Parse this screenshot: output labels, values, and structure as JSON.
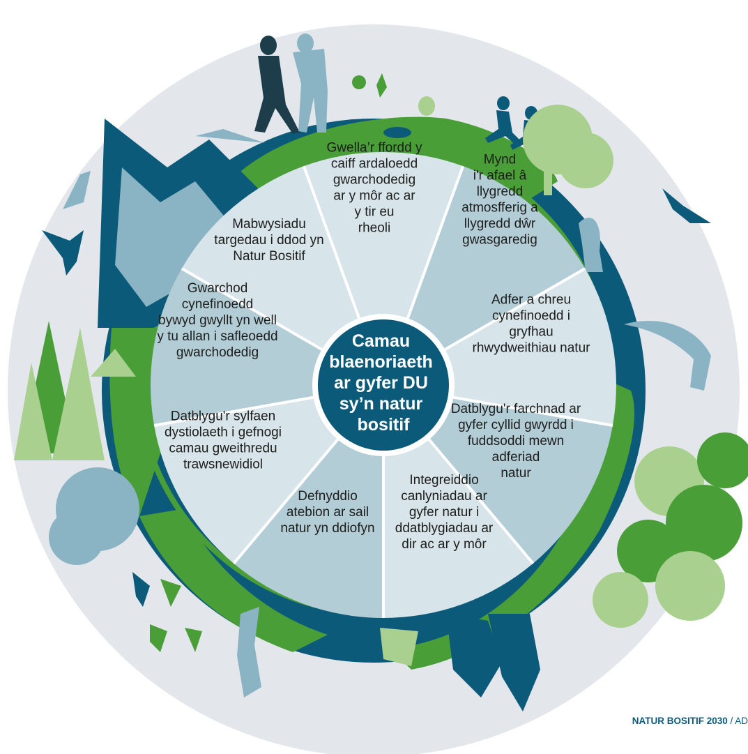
{
  "center": {
    "lines": [
      "Camau",
      "blaenoriaeth",
      "ar gyfer DU",
      "sy’n natur",
      "bositif"
    ]
  },
  "segments": [
    {
      "lines": [
        "Gwella’r ffordd y",
        "caiff ardaloedd",
        "gwarchodedig",
        "ar y môr ac ar",
        "y tir eu",
        "rheoli"
      ]
    },
    {
      "lines": [
        "Mynd",
        "i'r afael â",
        "llygredd",
        "atmosfferig a",
        "llygredd dŵr",
        "gwasgaredig"
      ]
    },
    {
      "lines": [
        "Adfer a chreu",
        "cynefinoedd i",
        "gryfhau",
        "rhwydweithiau natur"
      ]
    },
    {
      "lines": [
        "Datblygu'r farchnad ar",
        "gyfer cyllid gwyrdd i",
        "fuddsoddi mewn",
        "adferiad",
        "natur"
      ]
    },
    {
      "lines": [
        "Integreiddio",
        "canlyniadau ar",
        "gyfer natur i",
        "ddatblygiadau ar",
        "dir ac ar y môr"
      ]
    },
    {
      "lines": [
        "Defnyddio",
        "atebion ar sail",
        "natur yn ddiofyn"
      ]
    },
    {
      "lines": [
        "Datblygu'r sylfaen",
        "dystiolaeth i gefnogi",
        "camau gweithredu",
        "trawsnewidiol"
      ]
    },
    {
      "lines": [
        "Gwarchod",
        "cynefinoedd",
        "bywyd gwyllt yn well",
        "y tu allan i safleoedd",
        "gwarchodedig"
      ]
    },
    {
      "lines": [
        "Mabwysiadu",
        "targedau i ddod yn",
        "Natur Bositif"
      ]
    }
  ],
  "footer": {
    "brand": "NATUR BOSITIF 2030",
    "rest": " / AD"
  },
  "colors": {
    "outer_disc": "#e3e7ec",
    "ring_dark": "#0b5a79",
    "ring_green": "#4a9e37",
    "segment_light": "#d7e4ea",
    "segment_dark": "#b3cdd6",
    "hub": "#0b5a79",
    "silhouette_light": "#8ab3c4",
    "silhouette_green": "#a9d08e"
  }
}
